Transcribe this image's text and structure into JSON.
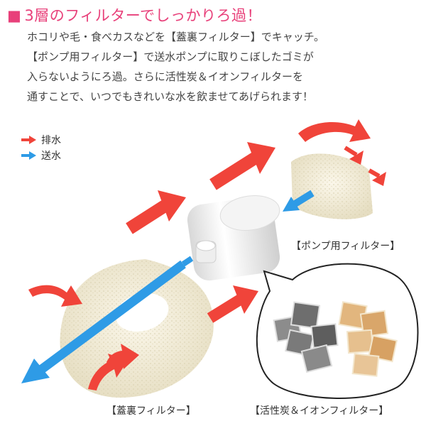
{
  "title": "3層のフィルターでしっかりろ過！",
  "title_marker": "■",
  "description_lines": [
    "ホコリや毛・食べカスなどを【蓋裏フィルター】でキャッチ。",
    "【ポンプ用フィルター】で送水ポンプに取りこぼしたゴミが",
    "入らないようにろ過。さらに活性炭＆イオンフィルターを",
    "通すことで、いつでもきれいな水を飲ませてあげられます！"
  ],
  "legend": [
    {
      "label": "排水",
      "color": "#f0443a",
      "icon": "red-arrow-icon"
    },
    {
      "label": "送水",
      "color": "#2e9be6",
      "icon": "blue-arrow-icon"
    }
  ],
  "labels": {
    "pump_filter": "【ポンプ用フィルター】",
    "lid_filter": "【蓋裏フィルター】",
    "carbon_filter": "【活性炭＆イオンフィルター】"
  },
  "colors": {
    "accent": "#e8407a",
    "drain": "#f0443a",
    "supply": "#2e9be6",
    "sponge": "#f2ecd6"
  }
}
